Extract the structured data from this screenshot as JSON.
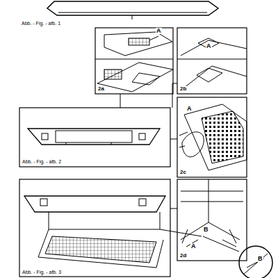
{
  "diagram": {
    "labels": [
      "Abb. - Fig. - afb. 1",
      "A",
      "2a",
      "A",
      "2b",
      "A",
      "2c",
      "Abb. - Fig. - afb. 2",
      "A",
      "2d",
      "B",
      "B",
      "Abb. - Fig. - afb. 3"
    ]
  }
}
